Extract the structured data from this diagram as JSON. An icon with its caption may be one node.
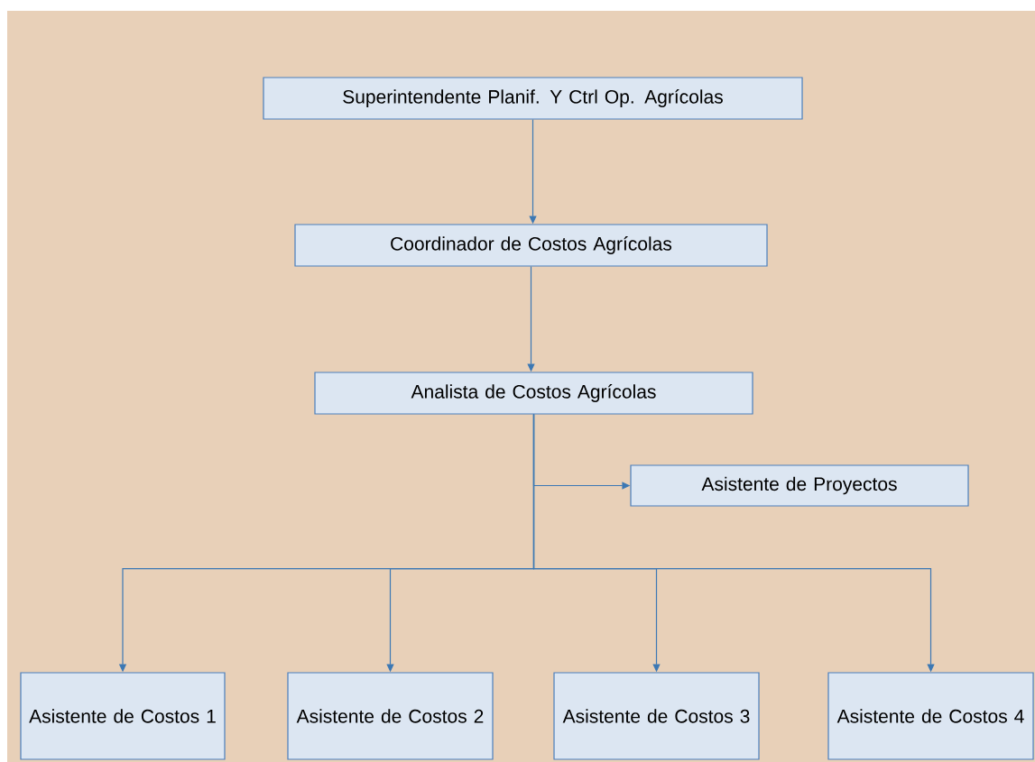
{
  "diagram": {
    "nodes": [
      {
        "text": [
          "Superintendente Planif. Y Ctrl Op. Agrícolas"
        ]
      },
      {
        "text": [
          "Coordinador de Costos Agrícolas"
        ]
      },
      {
        "text": [
          "Analista de Costos Agrícolas"
        ]
      },
      {
        "text": [
          "Asistente de Proyectos"
        ]
      },
      {
        "text": [
          "Asistente de Costos 1"
        ]
      },
      {
        "text": [
          "Asistente de Costos 2"
        ]
      },
      {
        "text": [
          "Asistente de Costos 3"
        ]
      },
      {
        "text": [
          "Asistente de Costos 4"
        ]
      }
    ],
    "edges": [
      {
        "from": 0,
        "to": 1,
        "arrow": "to"
      },
      {
        "from": 1,
        "to": 2,
        "arrow": "to"
      },
      {
        "from": 2,
        "to": 3,
        "arrow": "to"
      },
      {
        "from": 2,
        "to": 4,
        "arrow": "to"
      },
      {
        "from": 2,
        "to": 5,
        "arrow": "to"
      },
      {
        "from": 2,
        "to": 6,
        "arrow": "to"
      },
      {
        "from": 2,
        "to": 7,
        "arrow": "to"
      }
    ]
  }
}
